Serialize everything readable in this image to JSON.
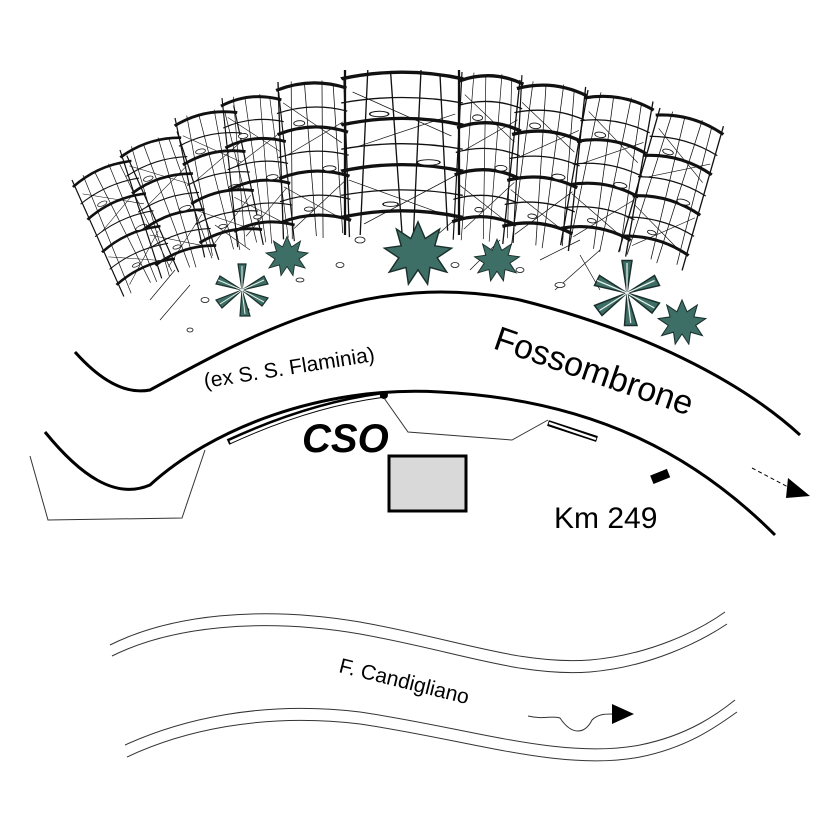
{
  "labels": {
    "road": "(ex S. S. Flaminia)",
    "town": "Fossombrone",
    "site": "CSO",
    "km": "Km 249",
    "river": "F. Candigliano"
  },
  "colors": {
    "ink": "#000000",
    "vegetation": "#3e6f66",
    "building": "#d9d9d9"
  },
  "icons": {
    "road_arrow": "arrow-right-icon",
    "river_arrow": "arrow-right-icon",
    "vegetation": "shrub-icon",
    "km_marker": "milestone-icon"
  }
}
